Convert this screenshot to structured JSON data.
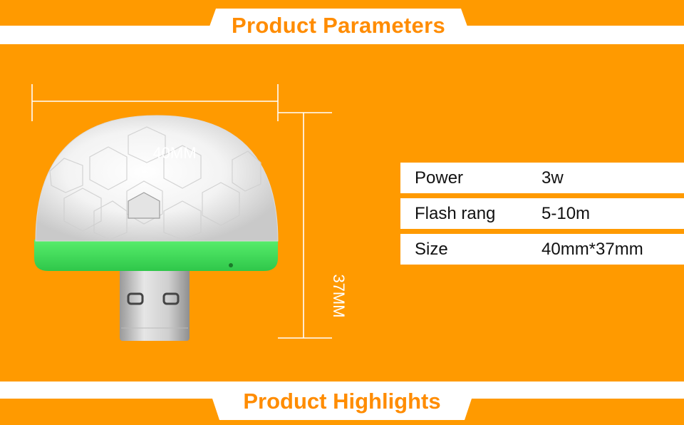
{
  "header": {
    "title": "Product  Parameters"
  },
  "dimensions": {
    "width_label": "40MM",
    "height_label": "37MM"
  },
  "parameters": [
    {
      "label": "Power",
      "value": "3w"
    },
    {
      "label": "Flash rang",
      "value": "5-10m"
    },
    {
      "label": "Size",
      "value": "40mm*37mm"
    }
  ],
  "footer": {
    "title": "Product Highlights"
  },
  "colors": {
    "background": "#ff9a00",
    "banner": "#ffffff",
    "heading_text": "#ff8c00",
    "dome_base": "#3fe05a"
  },
  "icons": {
    "product": "usb-disco-ball-light"
  }
}
